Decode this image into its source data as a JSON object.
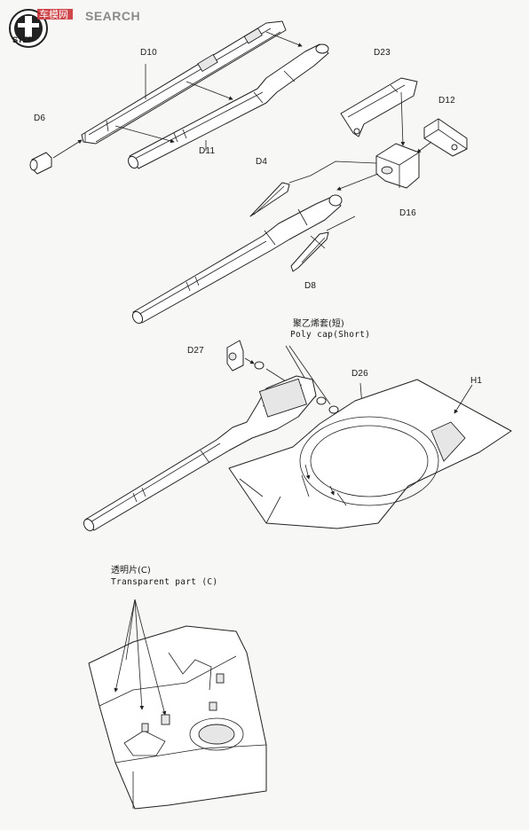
{
  "watermark": {
    "logo_text": "车模网",
    "search_text": "SEARCH",
    "step_label": "STEP"
  },
  "parts": {
    "d10": "D10",
    "d11": "D11",
    "d6": "D6",
    "d23": "D23",
    "d12": "D12",
    "d4": "D4",
    "d16": "D16",
    "d8": "D8",
    "d27": "D27",
    "d26": "D26",
    "h1": "H1"
  },
  "notes": {
    "poly_cap_cn": "聚乙烯套(短)",
    "poly_cap_en": "Poly cap(Short)",
    "transparent_cn": "透明片(C)",
    "transparent_en": "Transparent part (C)"
  },
  "colors": {
    "line": "#222222",
    "paper": "#f7f7f5",
    "watermark_red": "#c8282d"
  }
}
